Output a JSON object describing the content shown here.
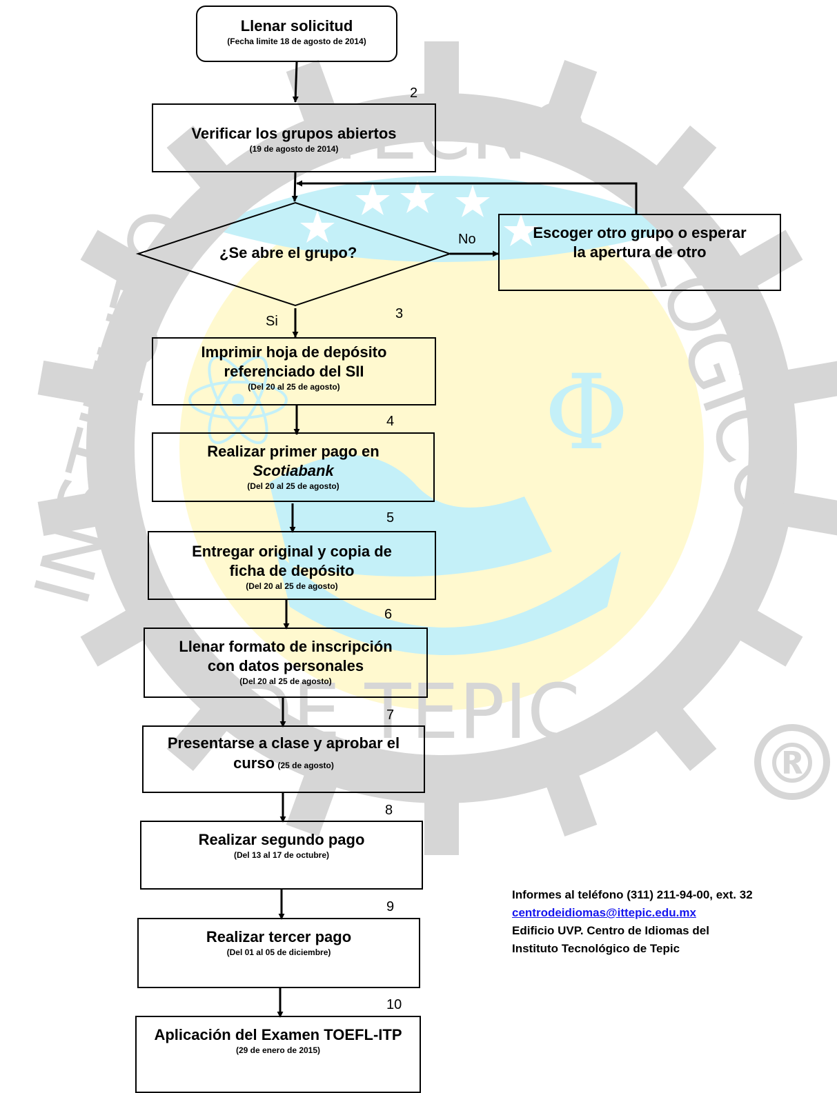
{
  "steps": {
    "s1": {
      "title": "Llenar solicitud",
      "sub": "(Fecha limite 18 de agosto de 2014)"
    },
    "s2": {
      "num": "2",
      "title": "Verificar los grupos abiertos",
      "sub": "(19 de agosto de 2014)"
    },
    "decision": {
      "question": "¿Se abre el grupo?",
      "no_label": "No",
      "yes_label": "Si"
    },
    "alt": {
      "line1": "Escoger otro grupo o esperar",
      "line2": "la apertura de otro"
    },
    "s3": {
      "num": "3",
      "line1": "Imprimir hoja de depósito",
      "line2": "referenciado del SII",
      "sub": "(Del 20 al 25 de agosto)"
    },
    "s4": {
      "num": "4",
      "line1": "Realizar primer pago en",
      "line2": "Scotiabank",
      "sub": "(Del 20 al 25 de agosto)"
    },
    "s5": {
      "num": "5",
      "line1": "Entregar original y copia de",
      "line2": "ficha de depósito",
      "sub": "(Del 20 al 25 de agosto)"
    },
    "s6": {
      "num": "6",
      "line1": "Llenar formato de inscripción",
      "line2": "con datos personales",
      "sub": "(Del 20 al 25 de agosto)"
    },
    "s7": {
      "num": "7",
      "line1": "Presentarse a clase y aprobar el",
      "line2": "curso",
      "sub": "(25 de agosto)"
    },
    "s8": {
      "num": "8",
      "title": "Realizar segundo pago",
      "sub": "(Del 13 al 17 de octubre)"
    },
    "s9": {
      "num": "9",
      "title": "Realizar tercer pago",
      "sub": "(Del 01 al 05 de diciembre)"
    },
    "s10": {
      "num": "10",
      "title": "Aplicación del Examen TOEFL-ITP",
      "sub": "(29 de enero de 2015)"
    }
  },
  "contact": {
    "line1": "Informes al teléfono (311)  211-94-00,  ext.  32",
    "email": "centrodeidiomas@ittepic.edu.mx",
    "line3": "Edificio UVP.  Centro de Idiomas del",
    "line4": "Instituto Tecnológico de Tepic"
  },
  "watermark": {
    "top": "TECNO",
    "right": "LÓGICO",
    "left": "INSTITUTO",
    "bottom": "DE TEPIC",
    "symbol": "Φ",
    "registered": "®",
    "colors": {
      "gear": "#d6d6d6",
      "seal_blue": "#c4f0f8",
      "seal_yellow": "#fff9cf",
      "star": "#ffffff"
    }
  },
  "colors": {
    "link": "#1515ee",
    "line": "#000000"
  }
}
